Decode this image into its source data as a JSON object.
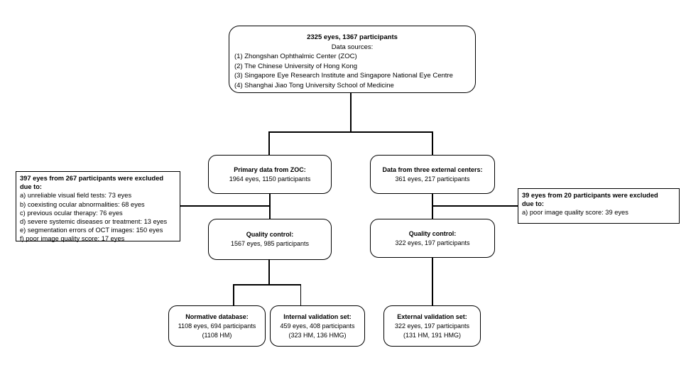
{
  "figure": {
    "colors": {
      "background": "#ffffff",
      "border": "#000000",
      "text": "#000000",
      "line": "#000000"
    }
  },
  "boxes": {
    "total": {
      "title": "2325 eyes, 1367 participants",
      "subtitle": "Data sources:",
      "sources": [
        "(1) Zhongshan Ophthalmic Center (ZOC)",
        "(2) The Chinese University of Hong Kong",
        "(3) Singapore Eye Research Institute and Singapore National Eye Centre",
        "(4) Shanghai Jiao Tong University School of Medicine"
      ]
    },
    "primary_zoc": {
      "title": "Primary data from ZOC:",
      "detail": "1964 eyes, 1150 participants"
    },
    "external_centers": {
      "title": "Data from three external centers:",
      "detail": "361 eyes, 217 participants"
    },
    "left_exclusion": {
      "title": "397 eyes from 267 participants were excluded due to:",
      "items": [
        "a) unreliable visual field tests: 73 eyes",
        "b) coexisting ocular abnormalities: 68 eyes",
        "c) previous ocular therapy: 76 eyes",
        "d) severe systemic diseases or treatment: 13 eyes",
        "e) segmentation errors of OCT images: 150 eyes",
        "f) poor image quality score: 17 eyes"
      ]
    },
    "right_exclusion": {
      "title": "39 eyes from 20 participants were excluded due to:",
      "items": [
        "a) poor image quality score: 39 eyes"
      ]
    },
    "qc_left": {
      "title": "Quality control:",
      "detail": "1567 eyes, 985 participants"
    },
    "qc_right": {
      "title": "Quality control:",
      "detail": "322 eyes, 197 participants"
    },
    "normative": {
      "title": "Normative database:",
      "detail": "1108 eyes, 694 participants",
      "note": "(1108 HM)"
    },
    "internal_validation": {
      "title": "Internal validation set:",
      "detail": "459 eyes, 408 participants",
      "note": "(323 HM, 136 HMG)"
    },
    "external_validation": {
      "title": "External validation set:",
      "detail": "322 eyes, 197 participants",
      "note": "(131 HM, 191 HMG)"
    }
  }
}
